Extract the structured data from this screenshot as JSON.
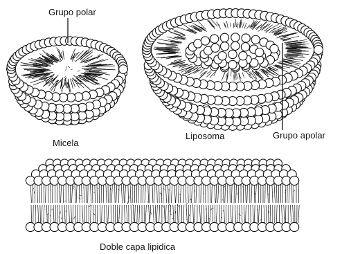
{
  "labels": {
    "polar_group": "Grupo polar",
    "apolar_group": "Grupo apolar",
    "micelle": "Micela",
    "liposome": "Liposoma",
    "bilayer": "Doble capa lipidica"
  },
  "colors": {
    "ink": "#111111",
    "head_fill": "#ffffff",
    "background": "#ffffff"
  }
}
